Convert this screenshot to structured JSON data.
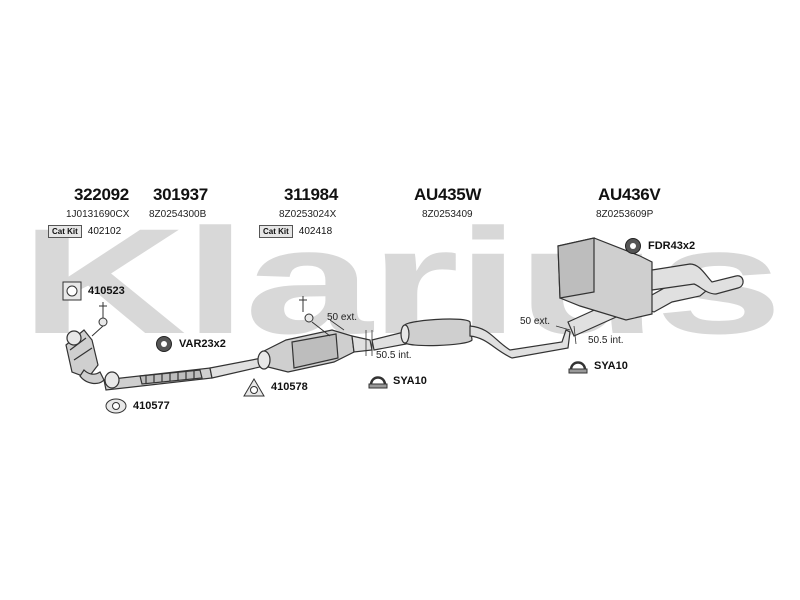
{
  "watermark": {
    "text": "Klarius",
    "color": "#d8d8d8"
  },
  "sections": [
    {
      "part_number": "322092",
      "oem": "1J0131690CX",
      "kit_badge": "Cat Kit",
      "kit_number": "402102"
    },
    {
      "part_number": "301937",
      "oem": "8Z0254300B"
    },
    {
      "part_number": "311984",
      "oem": "8Z0253024X",
      "kit_badge": "Cat Kit",
      "kit_number": "402418"
    },
    {
      "part_number": "AU435W",
      "oem": "8Z0253409"
    },
    {
      "part_number": "AU436V",
      "oem": "8Z0253609P"
    }
  ],
  "fittings": [
    {
      "code": "410523",
      "icon": "gasket-square-icon"
    },
    {
      "code": "VAR23x2",
      "icon": "rubber-mount-icon"
    },
    {
      "code": "410577",
      "icon": "gasket-oval-icon"
    },
    {
      "code": "410578",
      "icon": "gasket-triangle-icon"
    },
    {
      "code": "SYA10",
      "icon": "clamp-icon"
    },
    {
      "code": "SYA10",
      "icon": "clamp-icon"
    },
    {
      "code": "FDR43x2",
      "icon": "rubber-mount-icon"
    }
  ],
  "notes": [
    {
      "text": "50 ext."
    },
    {
      "text": "50.5 int."
    },
    {
      "text": "50 ext."
    },
    {
      "text": "50.5 int."
    }
  ]
}
